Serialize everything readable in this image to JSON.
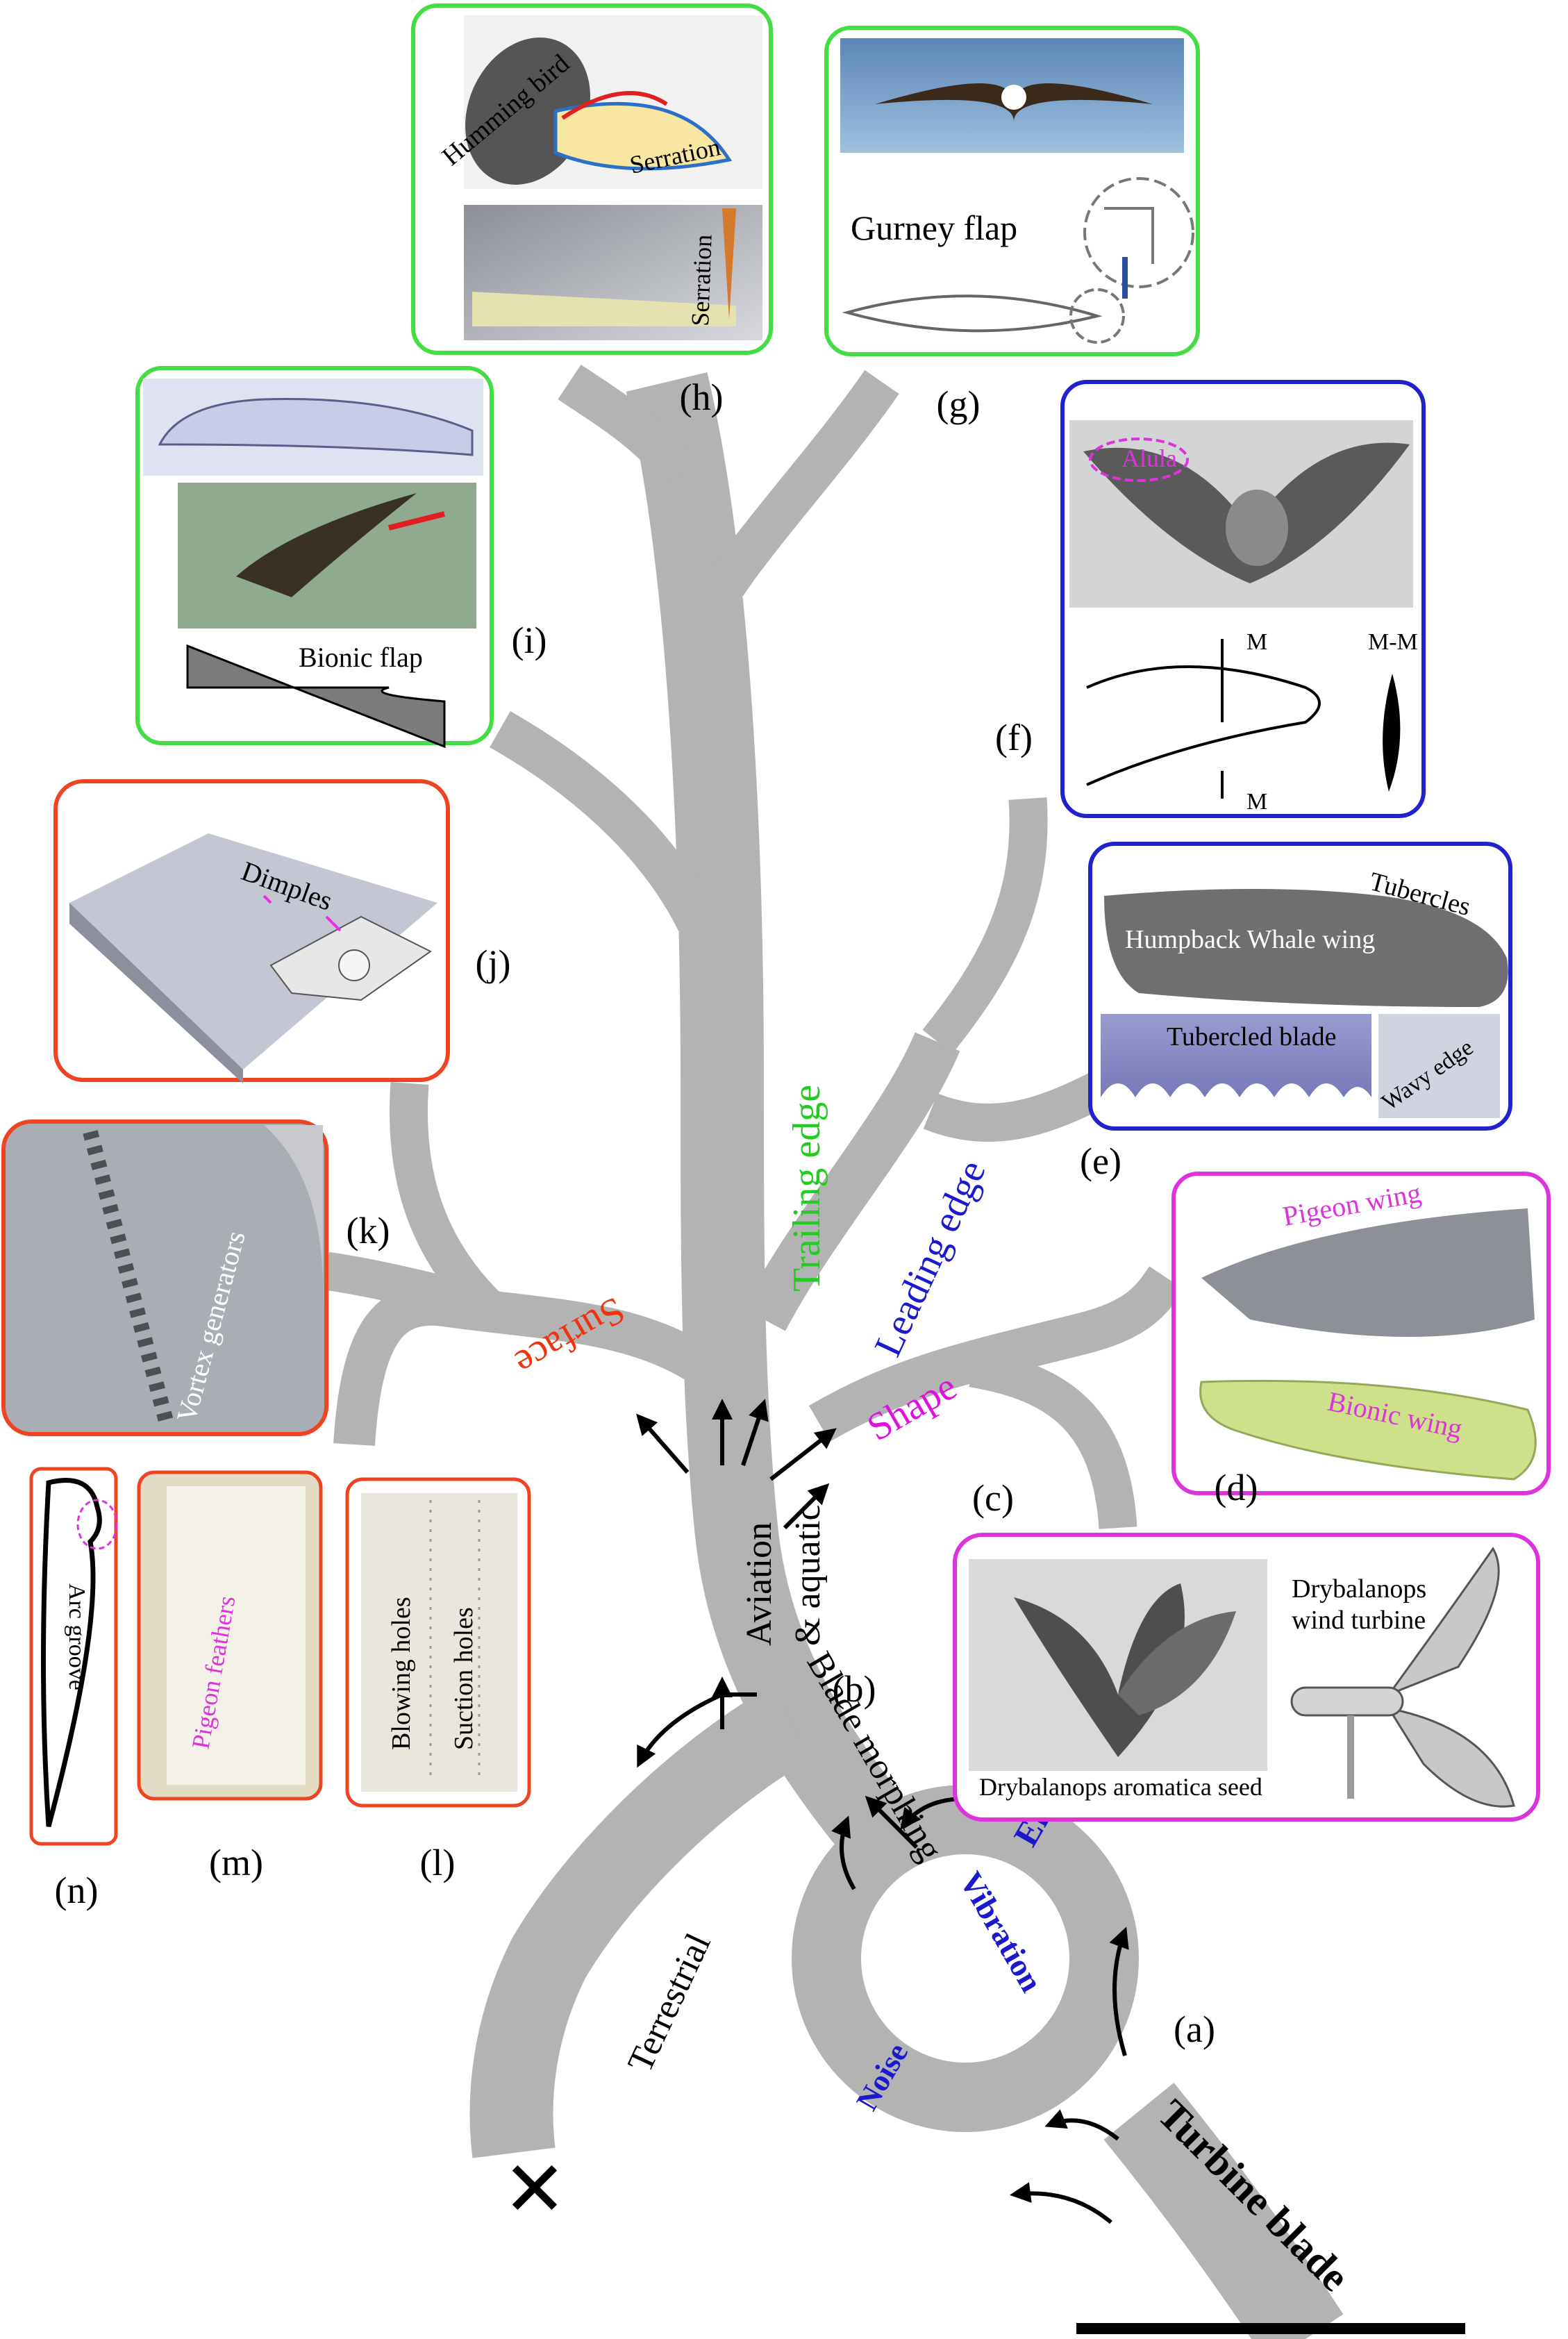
{
  "tree": {
    "trunk": "Turbine blade",
    "loop_labels": [
      "Efficiency",
      "Vibration",
      "Noise"
    ],
    "blade_morphing": "Blade morphing",
    "terrestrial": "Terrestrial",
    "aviation": [
      "Aviation",
      "& aquatic"
    ],
    "branches": {
      "surface": "Surface",
      "trailing_edge": "Trailing edge",
      "leading_edge": "Leading edge",
      "shape": "Shape"
    },
    "blocked_mark": "✕"
  },
  "panels": {
    "a": "(a)",
    "b": "(b)",
    "c": "(c)",
    "d": "(d)",
    "e": "(e)",
    "f": "(f)",
    "g": "(g)",
    "h": "(h)",
    "i": "(i)",
    "j": "(j)",
    "k": "(k)",
    "l": "(l)",
    "m": "(m)",
    "n": "(n)"
  },
  "captions": {
    "h_bird": "Humming bird",
    "h_serration1": "Serration",
    "h_serration2": "Serration",
    "g_flap": "Gurney flap",
    "i_flap": "Bionic flap",
    "f_alula": "Alula",
    "f_m1": "M",
    "f_m2": "M",
    "f_mm": "M-M",
    "j_dimples": "Dimples",
    "e_tubercles": "Tubercles",
    "e_whale": "Humpback Whale wing",
    "e_blade": "Tubercled blade",
    "e_wavy": "Wavy edge",
    "k_vortex": "Vortex generators",
    "d_pigeon": "Pigeon wing",
    "d_bionic": "Bionic wing",
    "c_turbine": [
      "Drybalanops",
      "wind turbine"
    ],
    "c_seed": "Drybalanops aromatica seed",
    "n_arc": "Arc groove",
    "m_feathers": "Pigeon feathers",
    "l_blowing": "Blowing holes",
    "l_suction": "Suction holes"
  },
  "colors": {
    "tree": "#b3b3b3",
    "trailing": "#22cc22",
    "leading": "#1a1acc",
    "surface": "#ee3311",
    "shape": "#dd11dd",
    "loop": "#1a1acc",
    "frame_green": "#44dd44",
    "frame_blue": "#2222cc",
    "frame_red": "#ee4422",
    "frame_magenta": "#dd33dd"
  }
}
